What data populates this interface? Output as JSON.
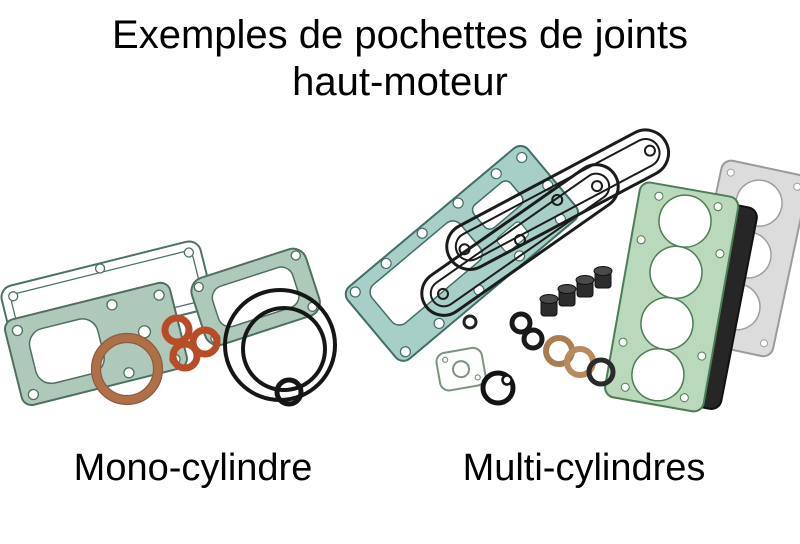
{
  "title": {
    "line1": "Exemples de pochettes de joints",
    "line2": "haut-moteur"
  },
  "captions": {
    "mono": "Mono-cylindre",
    "multi": "Multi-cylindres"
  },
  "colors": {
    "background": "#ffffff",
    "text": "#000000",
    "gasket_green": "#aec9ba",
    "gasket_green_outline": "#50705f",
    "gasket_teal": "#a7cec7",
    "gasket_teal_outline": "#416e67",
    "head_gasket_green": "#b9d8bc",
    "head_gasket_green_outline": "#4e7d55",
    "copper": "#ad7049",
    "orange_ring": "#b84c27",
    "black_parts": "#161616",
    "grey_gasket": "#dcdcdc"
  }
}
